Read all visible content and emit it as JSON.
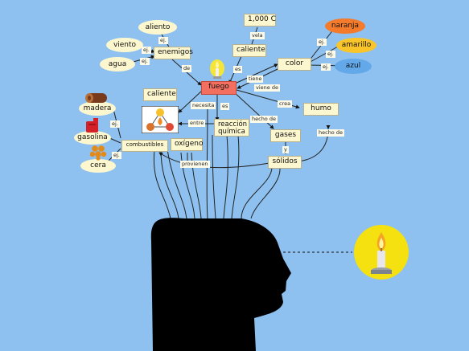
{
  "nodes": {
    "aliento": "aliento",
    "viento": "viento",
    "enemigos": "enemigos",
    "agua": "agua",
    "c1000": "1,000 C",
    "caliente_top": "caliente",
    "naranja": "naranja",
    "color": "color",
    "amarillo": "amarillo",
    "azul": "azul",
    "caliente_left": "caliente",
    "fuego": "fuego",
    "humo": "humo",
    "madera": "madera",
    "gasolina": "gasolina",
    "combustibles": "combustibles",
    "oxigeno": "oxígeno",
    "reaccion": "reacción química",
    "gases": "gases",
    "cera": "cera",
    "solidos": "sólidos"
  },
  "links": {
    "ej_aliento": "ej.",
    "ej_viento": "ej.",
    "ej_agua": "ej.",
    "de": "de",
    "vela": "vela",
    "es_caliente": "es",
    "ej_naranja": "ej.",
    "ej_amarillo": "ej.",
    "ej_azul": "ej.",
    "tiene": "tiene",
    "viene_de": "viene de",
    "crea": "crea",
    "necesita": "necesita",
    "es_reaccion": "es",
    "hecho_de_gases": "hecho de",
    "hecho_de_humo": "hecho de",
    "entre": "entre",
    "ej_madera": "ej.",
    "ej_cera": "ej.",
    "y": "y",
    "provienen": "provienen"
  },
  "colors": {
    "background": "#8ec1ef",
    "node_fill": "#fdf7cf",
    "fuego_fill": "#f36f5f",
    "naranja": "#f47a2c",
    "amarillo": "#f9c52a",
    "azul": "#63a8e8",
    "head": "#000000"
  },
  "icons": [
    "candle-icon",
    "fire-triangle-icon",
    "wood-log-icon",
    "gas-can-icon",
    "honeycomb-icon",
    "candle-large-icon"
  ]
}
